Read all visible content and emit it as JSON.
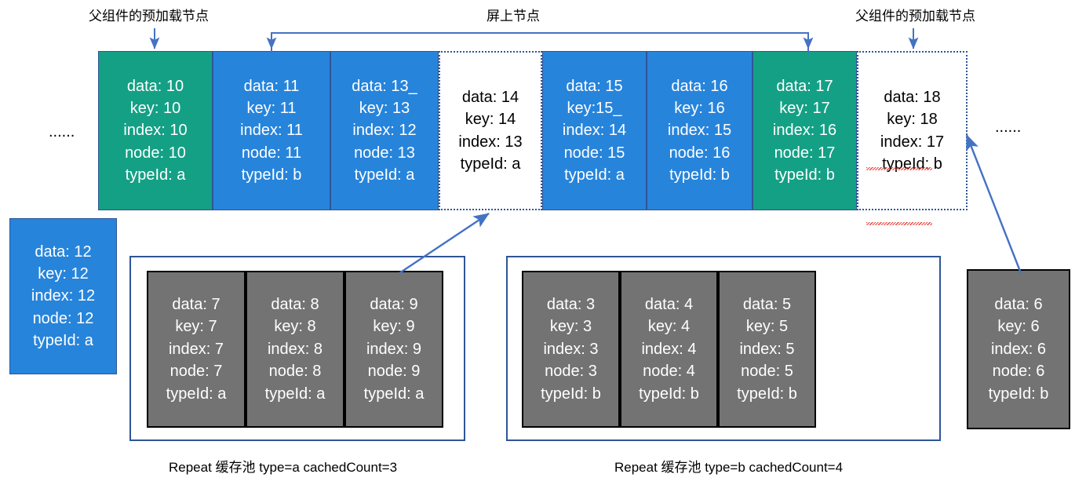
{
  "annotations": {
    "preload_left": "父组件的预加载节点",
    "onscreen": "屏上节点",
    "preload_right": "父组件的预加载节点",
    "ellipsis_left": "......",
    "ellipsis_right": "......"
  },
  "main_row": {
    "cells": [
      {
        "style": "green",
        "lines": [
          "data: 10",
          "key: 10",
          "index: 10",
          "node: 10",
          "typeId: a"
        ],
        "data": "10",
        "key": "10",
        "index": "10",
        "node": "10",
        "typeId": "a"
      },
      {
        "style": "blue",
        "lines": [
          "data: 11",
          "key: 11",
          "index: 11",
          "node: 11",
          "typeId: b"
        ],
        "data": "11",
        "key": "11",
        "index": "11",
        "node": "11",
        "typeId": "b"
      },
      {
        "style": "blue",
        "lines": [
          "data: 13_",
          "key: 13",
          "index: 12",
          "node: 13",
          "typeId: a"
        ],
        "data": "13_",
        "key": "13",
        "index": "12",
        "node": "13",
        "typeId": "a"
      },
      {
        "style": "white",
        "lines": [
          "data: 14",
          "key: 14",
          "index: 13",
          "typeId: a"
        ],
        "data": "14",
        "key": "14",
        "index": "13",
        "node": "",
        "typeId": "a"
      },
      {
        "style": "blue",
        "lines": [
          "data: 15",
          "key:15_",
          "index: 14",
          "node: 15",
          "typeId: a"
        ],
        "data": "15",
        "key": "15_",
        "index": "14",
        "node": "15",
        "typeId": "a"
      },
      {
        "style": "blue",
        "lines": [
          "data: 16",
          "key: 16",
          "index: 15",
          "node: 16",
          "typeId: b"
        ],
        "data": "16",
        "key": "16",
        "index": "15",
        "node": "16",
        "typeId": "b"
      },
      {
        "style": "green",
        "lines": [
          "data: 17",
          "key: 17",
          "index: 16",
          "node: 17",
          "typeId: b"
        ],
        "data": "17",
        "key": "17",
        "index": "16",
        "node": "17",
        "typeId": "b"
      },
      {
        "style": "white",
        "lines": [
          "data: 18",
          "key: 18",
          "index: 17",
          "typeId: b"
        ],
        "data": "18",
        "key": "18",
        "index": "17",
        "node": "",
        "typeId": "b"
      }
    ]
  },
  "side_card": {
    "lines": [
      "data: 12",
      "key: 12",
      "index: 12",
      "node: 12",
      "typeId: a"
    ],
    "data": "12",
    "key": "12",
    "index": "12",
    "node": "12",
    "typeId": "a"
  },
  "pools": [
    {
      "caption": "Repeat 缓存池 type=a  cachedCount=3",
      "type": "a",
      "cachedCount": "3",
      "cells": [
        {
          "lines": [
            "data: 7",
            "key: 7",
            "index: 7",
            "node: 7",
            "typeId: a"
          ]
        },
        {
          "lines": [
            "data: 8",
            "key: 8",
            "index: 8",
            "node: 8",
            "typeId: a"
          ]
        },
        {
          "lines": [
            "data: 9",
            "key: 9",
            "index: 9",
            "node: 9",
            "typeId: a"
          ]
        }
      ]
    },
    {
      "caption": "Repeat 缓存池 type=b  cachedCount=4",
      "type": "b",
      "cachedCount": "4",
      "cells": [
        {
          "lines": [
            "data: 3",
            "key: 3",
            "index: 3",
            "node: 3",
            "typeId: b"
          ]
        },
        {
          "lines": [
            "data: 4",
            "key: 4",
            "index: 4",
            "node: 4",
            "typeId: b"
          ]
        },
        {
          "lines": [
            "data: 5",
            "key: 5",
            "index: 5",
            "node: 5",
            "typeId: b"
          ]
        }
      ]
    }
  ],
  "grey_card": {
    "lines": [
      "data: 6",
      "key: 6",
      "index: 6",
      "node: 6",
      "typeId: b"
    ],
    "data": "6",
    "key": "6",
    "index": "6",
    "node": "6",
    "typeId": "b"
  },
  "colors": {
    "green": "#14A085",
    "blue": "#2784DB",
    "grey": "#737373",
    "arrow": "#4472C4",
    "border": "#2F5597",
    "white": "#FFFFFF",
    "black": "#000000",
    "spellcheck_red": "#E8342A"
  }
}
